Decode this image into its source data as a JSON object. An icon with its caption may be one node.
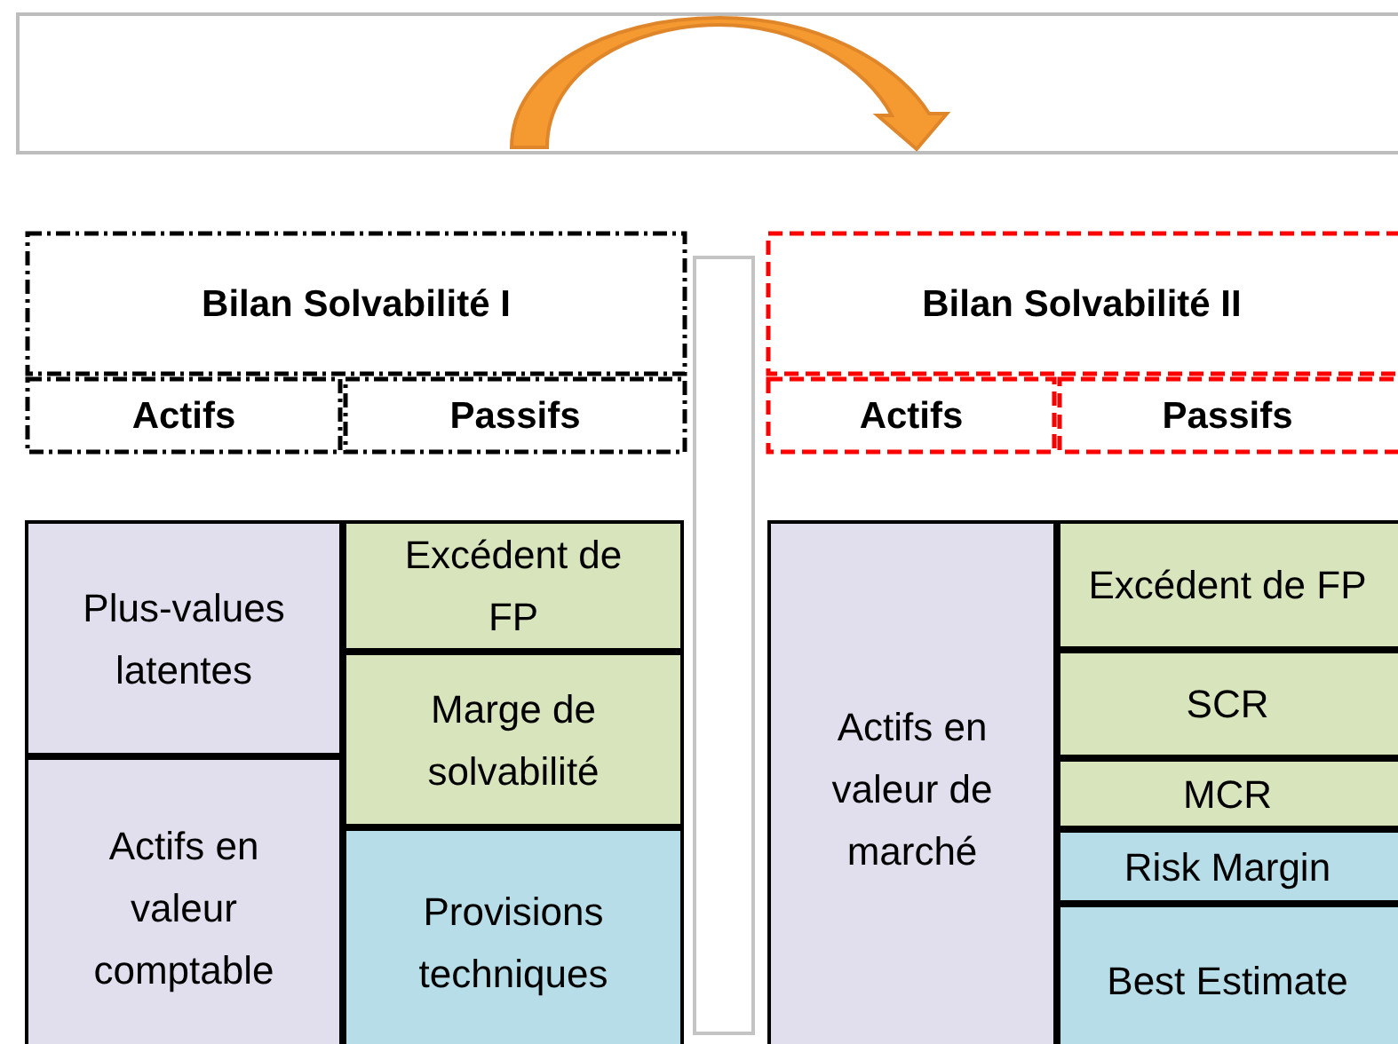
{
  "diagram": {
    "nodes": [
      {
        "text": [],
        "shape": "box"
      },
      {
        "text": [
          "Bilan Solvabilité I"
        ]
      },
      {
        "text": [
          "Actifs"
        ]
      },
      {
        "text": [
          "Passifs"
        ]
      },
      {
        "text": [
          "Bilan Solvabilité II"
        ]
      },
      {
        "text": [
          "Actifs"
        ]
      },
      {
        "text": [
          "Passifs"
        ]
      },
      {
        "text": [
          "Plus-values latentes"
        ]
      },
      {
        "text": [
          "Actifs en valeur comptable"
        ]
      },
      {
        "text": [
          "Excédent de FP"
        ]
      },
      {
        "text": [
          "Marge de solvabilité"
        ]
      },
      {
        "text": [
          "Provisions techniques"
        ]
      },
      {
        "text": [],
        "shape": "bar"
      },
      {
        "text": [
          "Actifs en valeur de marché"
        ]
      },
      {
        "text": [
          "Excédent de FP"
        ]
      },
      {
        "text": [
          "SCR"
        ]
      },
      {
        "text": [
          "MCR"
        ]
      },
      {
        "text": [
          "Risk Margin"
        ]
      },
      {
        "text": [
          "Best Estimate"
        ]
      }
    ]
  }
}
